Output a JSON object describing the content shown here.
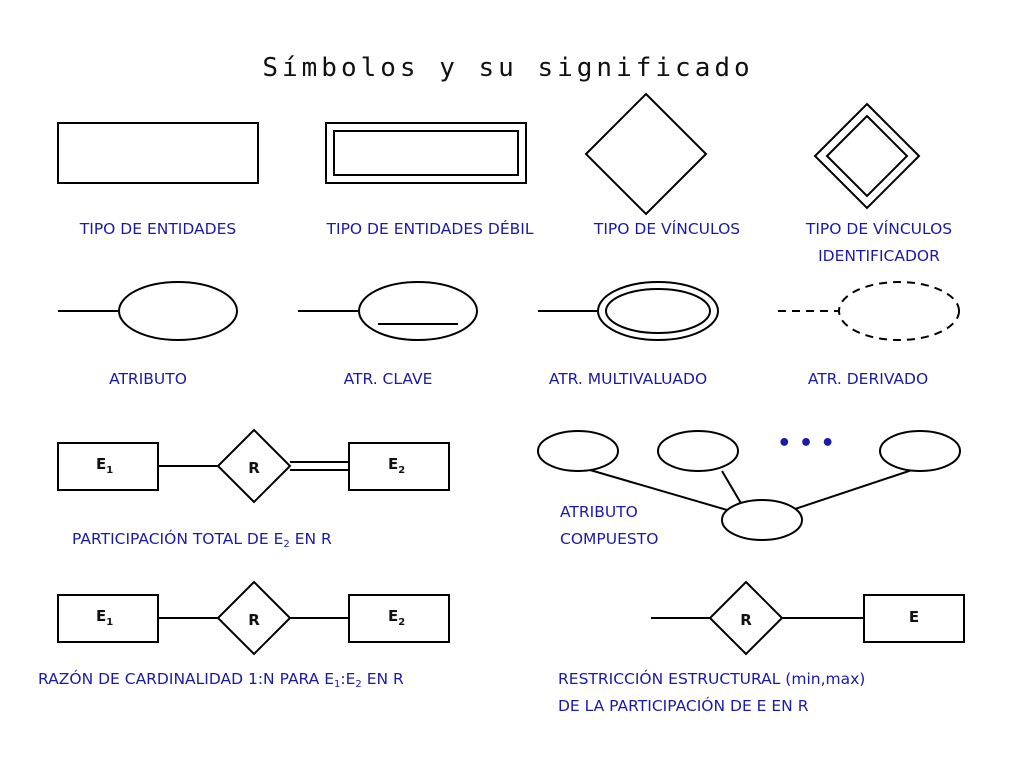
{
  "title": "Símbolos y su significado",
  "labels": {
    "entity": "TIPO DE ENTIDADES",
    "weak_entity": "TIPO DE ENTIDADES DÉBIL",
    "relationship": "TIPO DE VÍNCULOS",
    "identifying_relationship_1": "TIPO DE VÍNCULOS",
    "identifying_relationship_2": "IDENTIFICADOR",
    "attribute": "ATRIBUTO",
    "key_attribute": "ATR. CLAVE",
    "multivalued_attribute": "ATR. MULTIVALUADO",
    "derived_attribute": "ATR. DERIVADO",
    "composite_attribute_1": "ATRIBUTO",
    "composite_attribute_2": "COMPUESTO",
    "ellipsis": "• • •"
  },
  "total_participation": {
    "e1": "E",
    "e1_sub": "1",
    "rel": "R",
    "e2": "E",
    "e2_sub": "2",
    "caption_pre": "PARTICIPACIÓN TOTAL DE  E",
    "caption_sub": "2",
    "caption_post": "  EN  R"
  },
  "cardinality": {
    "e1": "E",
    "e1_sub": "1",
    "rel": "R",
    "e2": "E",
    "e2_sub": "2",
    "caption_pre": "RAZÓN DE CARDINALIDAD 1:N PARA E",
    "caption_sub1": "1",
    "caption_mid": ":E",
    "caption_sub2": "2",
    "caption_post": "  EN  R"
  },
  "structural_constraint": {
    "rel": "R",
    "entity": "E",
    "caption_1": "RESTRICCIÓN  ESTRUCTURAL (min,max)",
    "caption_2": "DE LA PARTICIPACIÓN DE E EN R"
  }
}
